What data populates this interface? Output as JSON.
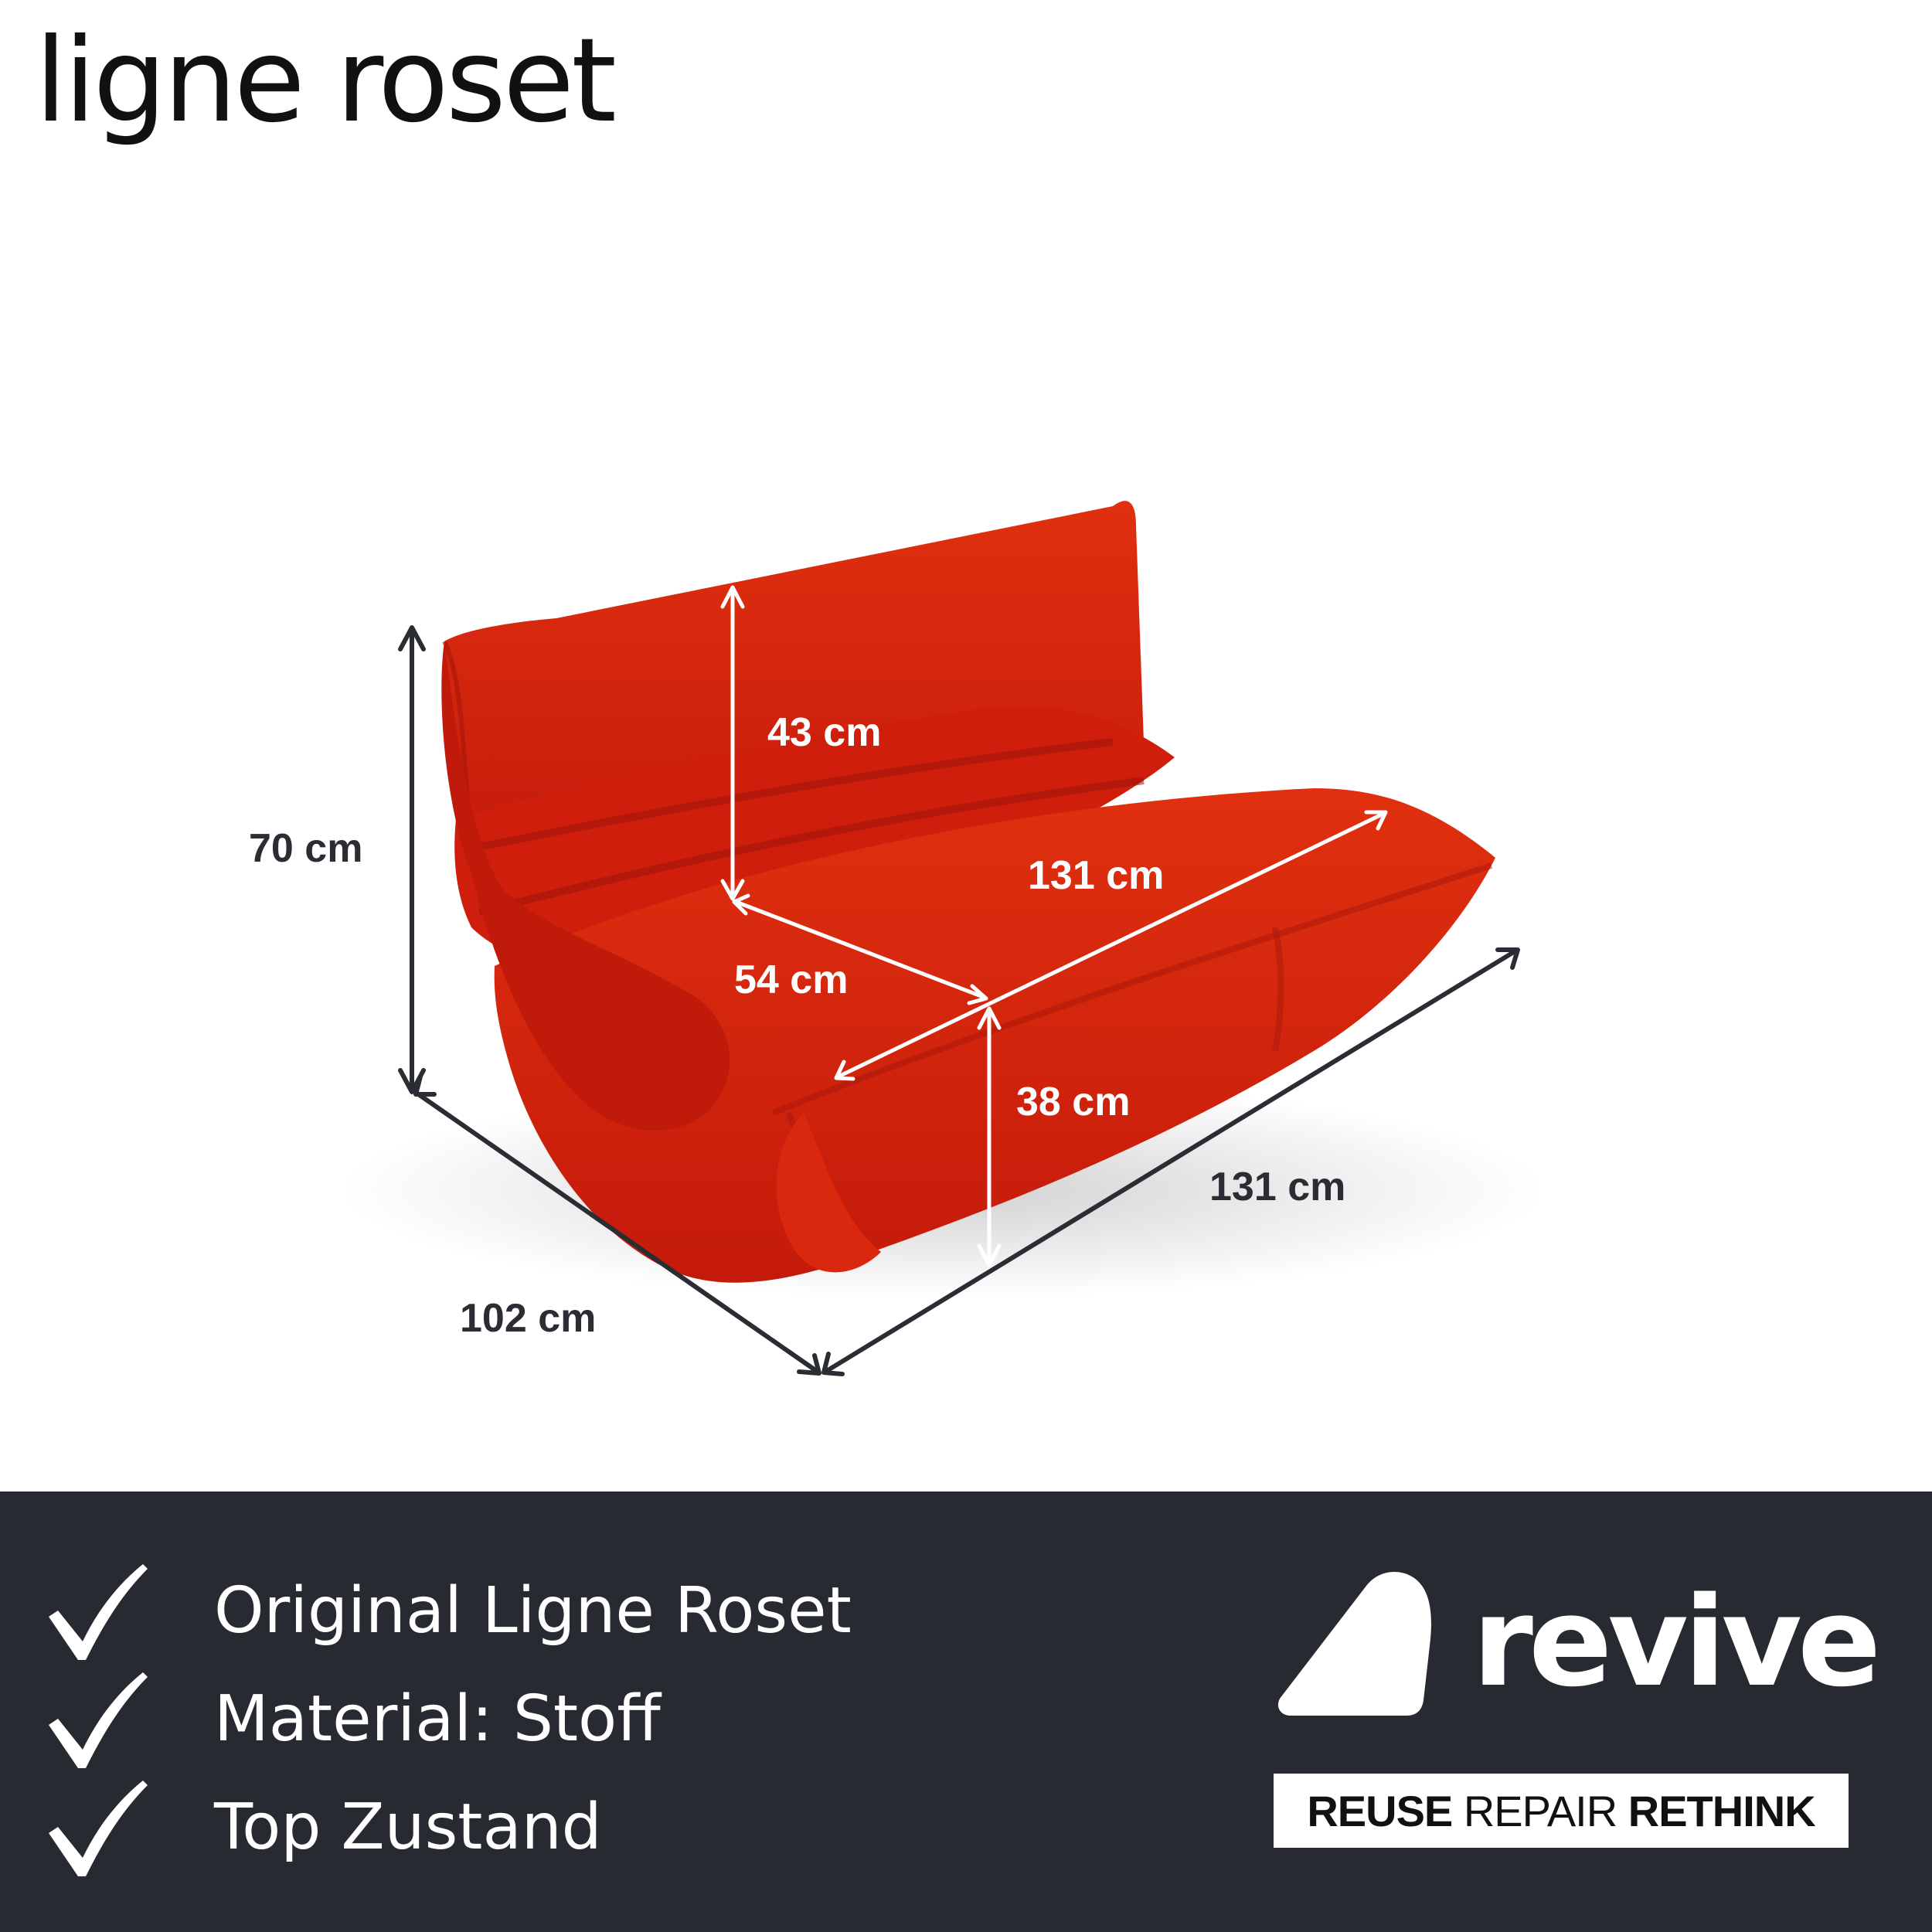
{
  "brand": {
    "name": "ligne roset"
  },
  "dimensions": {
    "backrest_height": "43 cm",
    "inner_width": "131 cm",
    "seat_depth": "54 cm",
    "seat_height": "38 cm",
    "total_height": "70 cm",
    "total_depth": "102 cm",
    "total_width": "131 cm"
  },
  "colors": {
    "sofa": "#d0200d",
    "bar_background": "#272a31",
    "arrow_dark": "#2b2d35",
    "arrow_light": "#ffffff"
  },
  "features": [
    {
      "icon": "checkmark-icon",
      "text": "Original Ligne Roset"
    },
    {
      "icon": "checkmark-icon",
      "text": "Material: Stoff"
    },
    {
      "icon": "checkmark-icon",
      "text": "Top Zustand"
    }
  ],
  "revive": {
    "wordmark": "revive",
    "tagline": {
      "reuse": "REUSE",
      "repair": "REPAIR",
      "rethink": "RETHINK"
    }
  }
}
